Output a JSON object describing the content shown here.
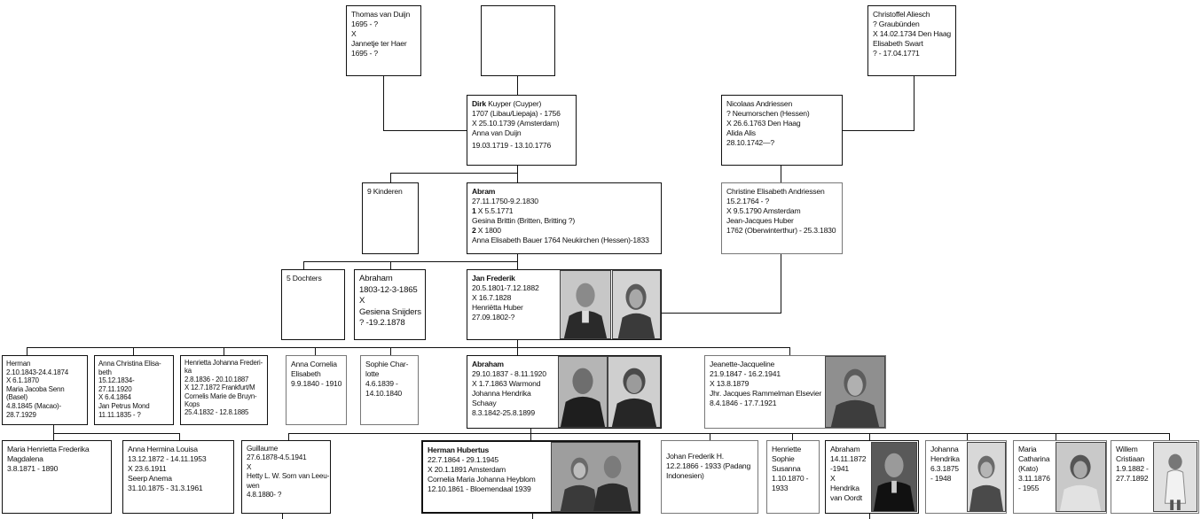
{
  "tree": {
    "thomas": [
      "Thomas van Duijn",
      "1695 - ?",
      "X",
      "Jannetje ter Haer",
      "1695 - ?"
    ],
    "christoffel": [
      "Christoffel Aliesch",
      "? Graubünden",
      "X 14.02.1734  Den Haag",
      "Elisabeth Swart",
      "? - 17.04.1771"
    ],
    "dirk": {
      "first": "Dirk",
      "rest": " Kuyper (Cuyper)",
      "lines": [
        "1707 (Libau/Liepaja) - 1756",
        "X 25.10.1739 (Amsterdam)",
        "Anna van Duijn",
        "19.03.1719 - 13.10.1776"
      ]
    },
    "nicolaas": [
      "Nicolaas Andriessen",
      "? Neumorschen (Hessen)",
      "X 26.6.1763 Den Haag",
      "Alida Alis",
      "28.10.1742—?"
    ],
    "kinderen": "9 Kinderen",
    "abram": {
      "name": "Abram",
      "l1": "27.11.1750-9.2.1830",
      "l2a": "1",
      "l2b": " X 5.5.1771",
      "l3": "Gesina Brittin (Britten, Britting ?)",
      "l4a": "2",
      "l4b": " X 1800",
      "l5": "Anna Elisabeth Bauer 1764 Neukirchen (Hessen)-1833"
    },
    "christine": [
      "Christine Elisabeth Andriessen",
      "15.2.1764 - ?",
      "X 9.5.1790 Amsterdam",
      "Jean-Jacques Huber",
      "1762 (Oberwinterthur) - 25.3.1830"
    ],
    "dochters": "5 Dochters",
    "abraham1803": [
      "Abraham",
      "1803-12-3-1865",
      "X",
      "Gesiena Snijders",
      "? -19.2.1878"
    ],
    "janfrederik": {
      "name": "Jan Frederik",
      "lines": [
        "20.5.1801-7.12.1882",
        "X 16.7.1828",
        "Henriëtta Huber",
        "27.09.1802-?"
      ]
    },
    "herman1843": [
      "Herman",
      "2.10.1843-24.4.1874",
      "X 6.1.1870",
      "Maria Jacoba Senn",
      "(Basel)",
      "4.8.1845 (Macao)-",
      "28.7.1929"
    ],
    "annachristina": [
      "Anna Christina Elisa-",
      "beth",
      "15.12.1834-",
      "27.11.1920",
      "X 6.4.1864",
      "Jan Petrus Mond",
      "11.11.1835 - ?"
    ],
    "henriettajohanna": [
      "Henrietta Johanna Frederi-",
      "ka",
      "2.8.1836 - 20.10.1887",
      "X 12.7.1872 Frankfurt/M",
      "Cornelis Marie de Bruyn-",
      "Kops",
      "25.4.1832 - 12.8.1885"
    ],
    "annacornelia": [
      "Anna Cornelia",
      "Elisabeth",
      "9.9.1840 - 1910"
    ],
    "sophie": [
      "Sophie Char-",
      "lotte",
      "4.6.1839 -",
      "14.10.1840"
    ],
    "abraham1837": {
      "name": "Abraham",
      "lines": [
        "29.10.1837 - 8.11.1920",
        "X 1.7.1863 Warmond",
        "Johanna Hendrika",
        "Schaay",
        "8.3.1842-25.8.1899"
      ]
    },
    "jeanette": [
      "Jeanette-Jacqueline",
      "21.9.1847 - 16.2.1941",
      "X 13.8.1879",
      "Jhr. Jacques Rammelman Elsevier",
      "8.4.1846 - 17.7.1921"
    ],
    "mariahenrietta": [
      "Maria Henrietta Frederika",
      "Magdalena",
      "3.8.1871 - 1890"
    ],
    "annahermina": [
      "Anna Hermina Louisa",
      "13.12.1872 - 14.11.1953",
      "X 23.6.1911",
      "Seerp Anema",
      "31.10.1875 - 31.3.1961"
    ],
    "guillaume": [
      "Guillaume",
      "27.6.1878-4.5.1941",
      "X",
      "Hetty L. W. Sorn van Leeu-",
      "wen",
      "4.8.1880- ?"
    ],
    "hermanhubertus": {
      "name": "Herman Hubertus",
      "lines": [
        "22.7.1864 - 29.1.1945",
        "X 20.1.1891 Amsterdam",
        "Cornelia Maria Johanna  Heyblom",
        "12.10.1861 - Bloemendaal 1939"
      ]
    },
    "johanfrederik": [
      "Johan Frederik H.",
      "12.2.1866 - 1933 (Padang",
      "Indonesien)"
    ],
    "henriettesophie": [
      "Henriette",
      "Sophie",
      "Susanna",
      "1.10.1870 -",
      "1933"
    ],
    "abraham1872": [
      "Abraham",
      "14.11.1872",
      "-1941",
      "X",
      "Hendrika",
      "van Oordt"
    ],
    "johannahendrika": [
      "Johanna",
      "Hendrika",
      "6.3.1875",
      "- 1948"
    ],
    "mariacatharina": [
      "Maria",
      "Catharina",
      "(Kato)",
      "3.11.1876",
      "- 1955"
    ],
    "willem": [
      "Willem",
      "Cristiaan",
      "1.9.1882 -",
      "27.7.1892"
    ]
  }
}
